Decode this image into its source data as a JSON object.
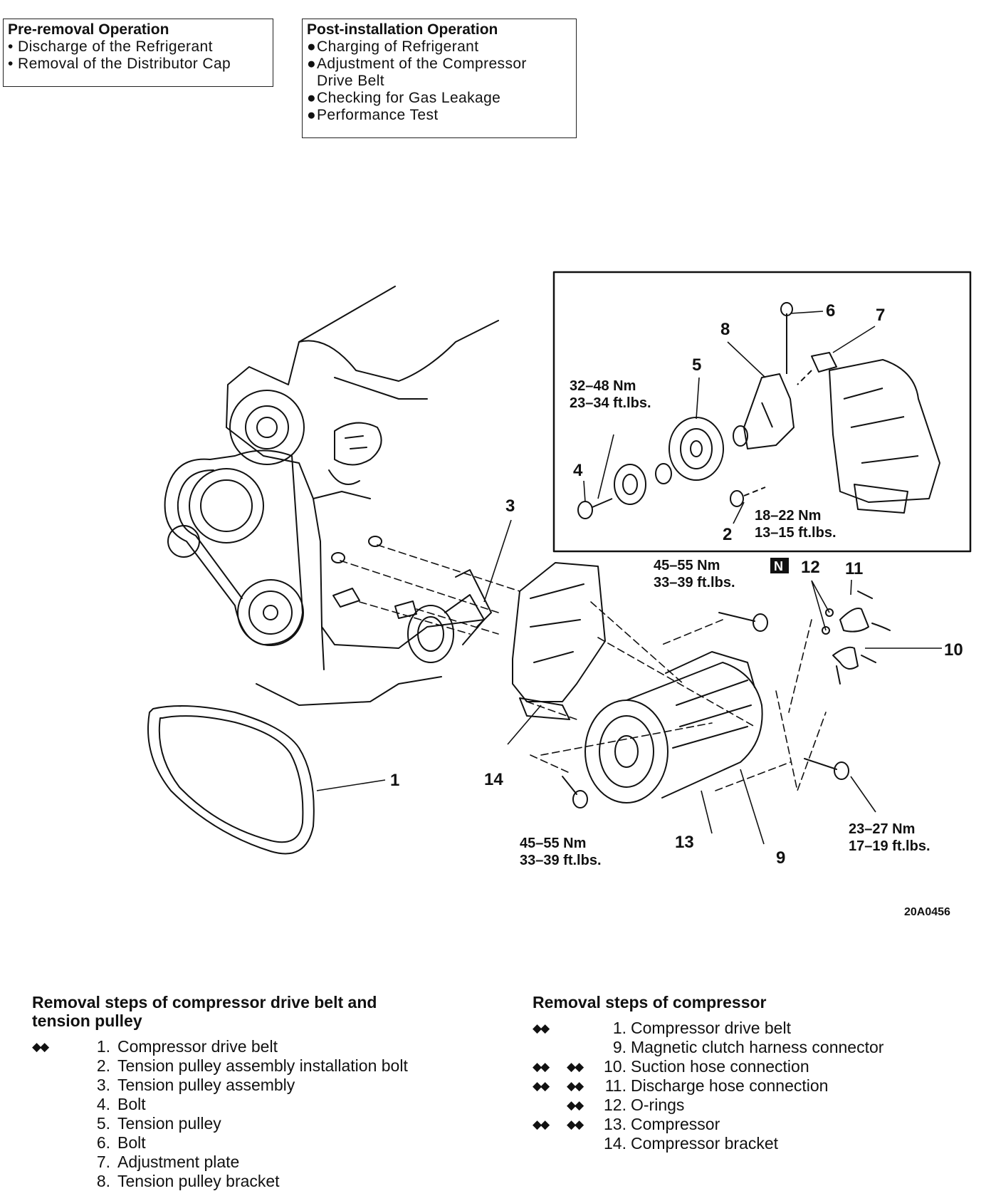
{
  "pre_removal": {
    "title": "Pre-removal Operation",
    "items": [
      "Discharge of the Refrigerant",
      "Removal of the Distributor Cap"
    ]
  },
  "post_installation": {
    "title": "Post-installation Operation",
    "items": [
      "Charging of Refrigerant",
      "Adjustment of the Compressor",
      "Drive Belt",
      "Checking for Gas Leakage",
      "Performance Test"
    ]
  },
  "diagram": {
    "callouts": [
      "1",
      "2",
      "3",
      "4",
      "5",
      "6",
      "7",
      "8",
      "9",
      "10",
      "11",
      "12",
      "13",
      "14"
    ],
    "torques": {
      "t32_48": [
        "32–48 Nm",
        "23–34 ft.lbs."
      ],
      "t18_22": [
        "18–22 Nm",
        "13–15 ft.lbs."
      ],
      "t45_55_top": [
        "45–55 Nm",
        "33–39 ft.lbs."
      ],
      "t45_55_bottom": [
        "45–55 Nm",
        "33–39 ft.lbs."
      ],
      "t23_27": [
        "23–27 Nm",
        "17–19 ft.lbs."
      ]
    },
    "n_badge": "N",
    "figure_id": "20A0456"
  },
  "belt_steps": {
    "title_line1": "Removal steps of compressor drive belt and",
    "title_line2": "tension pulley",
    "items": [
      {
        "num": "1.",
        "text": "Compressor drive belt",
        "mark": "◆◆"
      },
      {
        "num": "2.",
        "text": "Tension pulley assembly installation bolt",
        "mark": ""
      },
      {
        "num": "3.",
        "text": "Tension pulley assembly",
        "mark": ""
      },
      {
        "num": "4.",
        "text": "Bolt",
        "mark": ""
      },
      {
        "num": "5.",
        "text": "Tension pulley",
        "mark": ""
      },
      {
        "num": "6.",
        "text": "Bolt",
        "mark": ""
      },
      {
        "num": "7.",
        "text": "Adjustment plate",
        "mark": ""
      },
      {
        "num": "8.",
        "text": "Tension pulley bracket",
        "mark": ""
      }
    ]
  },
  "compressor_steps": {
    "title": "Removal steps of compressor",
    "items": [
      {
        "num": "1.",
        "text": "Compressor drive belt",
        "mark1": "◆◆",
        "mark2": ""
      },
      {
        "num": "9.",
        "text": "Magnetic clutch harness connector",
        "mark1": "",
        "mark2": ""
      },
      {
        "num": "10.",
        "text": "Suction hose connection",
        "mark1": "◆◆",
        "mark2": "◆◆"
      },
      {
        "num": "11.",
        "text": "Discharge hose connection",
        "mark1": "◆◆",
        "mark2": "◆◆"
      },
      {
        "num": "12.",
        "text": "O-rings",
        "mark1": "",
        "mark2": "◆◆"
      },
      {
        "num": "13.",
        "text": "Compressor",
        "mark1": "◆◆",
        "mark2": "◆◆"
      },
      {
        "num": "14.",
        "text": "Compressor bracket",
        "mark1": "",
        "mark2": ""
      }
    ]
  }
}
